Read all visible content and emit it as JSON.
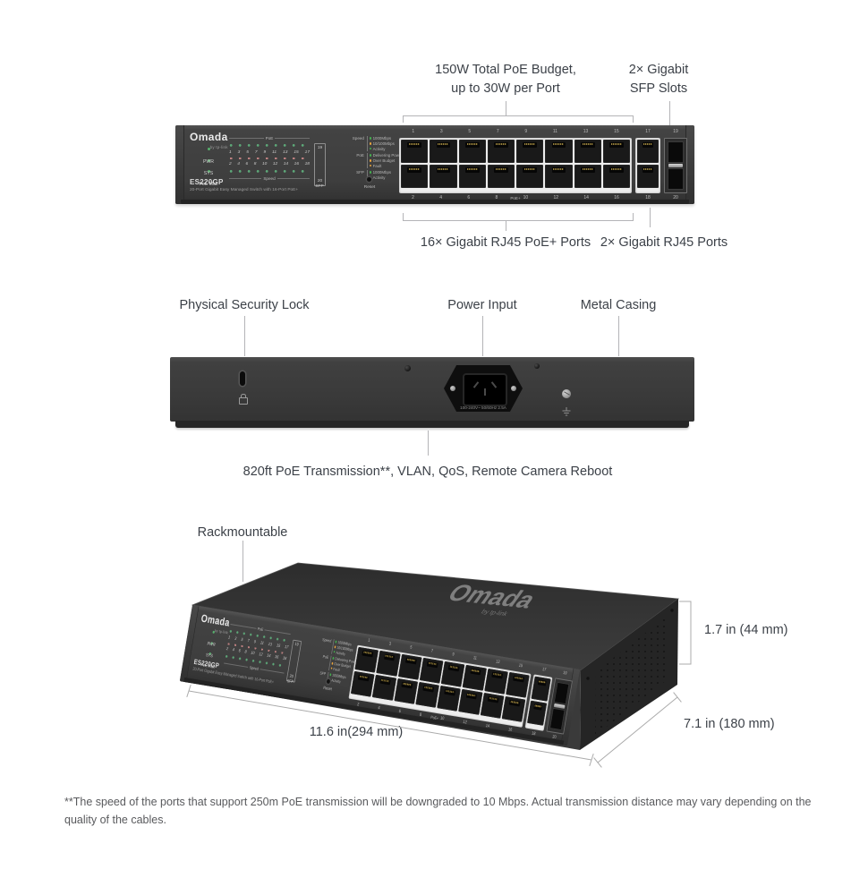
{
  "colors": {
    "text": "#3c4148",
    "line": "#b4b4b7",
    "chassis": "#3e3e3e",
    "bezel": "#ededed",
    "led_green": "#44b04e",
    "led_amber": "#e8a33d"
  },
  "front": {
    "callouts": {
      "budget1": "150W Total PoE Budget,",
      "budget2": "up to 30W per Port",
      "sfp1": "2× Gigabit",
      "sfp2": "SFP Slots",
      "poe_ports": "16× Gigabit RJ45 PoE+ Ports",
      "rj45_ports": "2× Gigabit RJ45 Ports"
    },
    "panel": {
      "brand": "Omada",
      "brand_sub": "by tp-link",
      "model": "ES220GP",
      "model_desc": "20-Port Gigabit Easy Managed Switch with 16-Port PoE+",
      "led_labels": [
        "PWR",
        "SYS",
        "PoE Max"
      ],
      "matrix": {
        "poe_label": "PoE",
        "speed_label": "Speed",
        "sfp_label": "SFP",
        "p19": "19",
        "p20": "20",
        "row_odd": [
          "1",
          "3",
          "5",
          "7",
          "9",
          "11",
          "13",
          "15",
          "17"
        ],
        "row_even": [
          "2",
          "4",
          "6",
          "8",
          "10",
          "12",
          "14",
          "16",
          "18"
        ]
      },
      "legend": [
        {
          "title": "Speed",
          "items": [
            {
              "color": "#44b04e",
              "label": "1000Mbps"
            },
            {
              "color": "#e8a33d",
              "label": "10/100Mbps"
            },
            {
              "color": "#44b04e",
              "label": "Activity"
            }
          ]
        },
        {
          "title": "PoE",
          "items": [
            {
              "color": "#44b04e",
              "label": "Delivering Power"
            },
            {
              "color": "#e8a33d",
              "label": "Over Budget"
            },
            {
              "color": "#e8a33d",
              "label": "Fault"
            }
          ]
        },
        {
          "title": "SFP",
          "items": [
            {
              "color": "#44b04e",
              "label": "1000Mbps"
            },
            {
              "color": "#44b04e",
              "label": "Activity"
            }
          ]
        }
      ],
      "reset_label": "Reset",
      "ports": {
        "top": [
          "1",
          "3",
          "5",
          "7",
          "9",
          "11",
          "13",
          "15"
        ],
        "bottom": [
          "2",
          "4",
          "6",
          "8",
          "10",
          "12",
          "14",
          "16"
        ],
        "p17": "17",
        "p18": "18",
        "p19": "19",
        "p20": "20",
        "poe_plus": "PoE+"
      }
    }
  },
  "back": {
    "callouts": {
      "lock": "Physical Security Lock",
      "power": "Power Input",
      "casing": "Metal Casing"
    },
    "power_rating": "100-240V~ 50/60Hz 2.5A",
    "features": "820ft PoE Transmission**, VLAN, QoS, Remote Camera Reboot"
  },
  "iso": {
    "rackmountable": "Rackmountable",
    "dim_height": "1.7 in (44 mm)",
    "dim_width": "11.6 in(294 mm)",
    "dim_depth": "7.1 in (180 mm)"
  },
  "footnote": "**The speed of the ports that support 250m PoE transmission will be downgraded to 10 Mbps. Actual transmission distance may vary depending on the quality of the cables."
}
